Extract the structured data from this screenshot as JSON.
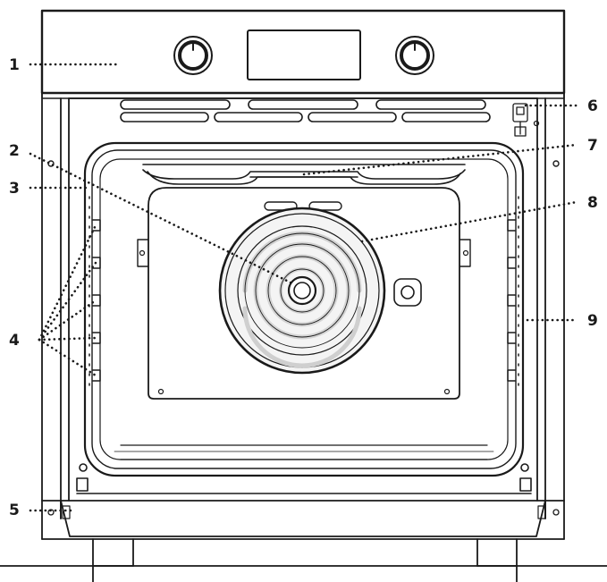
{
  "callouts": [
    {
      "id": "1",
      "label": "1"
    },
    {
      "id": "2",
      "label": "2"
    },
    {
      "id": "3",
      "label": "3"
    },
    {
      "id": "4",
      "label": "4"
    },
    {
      "id": "5",
      "label": "5"
    },
    {
      "id": "6",
      "label": "6"
    },
    {
      "id": "7",
      "label": "7"
    },
    {
      "id": "8",
      "label": "8"
    },
    {
      "id": "9",
      "label": "9"
    }
  ],
  "colors": {
    "line": "#1a1a1a",
    "panel_fill": "#ffffff",
    "cavity_fill": "#ffffff",
    "fan_fill": "#f4f4f4"
  },
  "icons": {
    "knob_left": "rotary-knob-icon",
    "knob_right": "rotary-knob-icon",
    "lamp": "oven-lamp-icon"
  }
}
